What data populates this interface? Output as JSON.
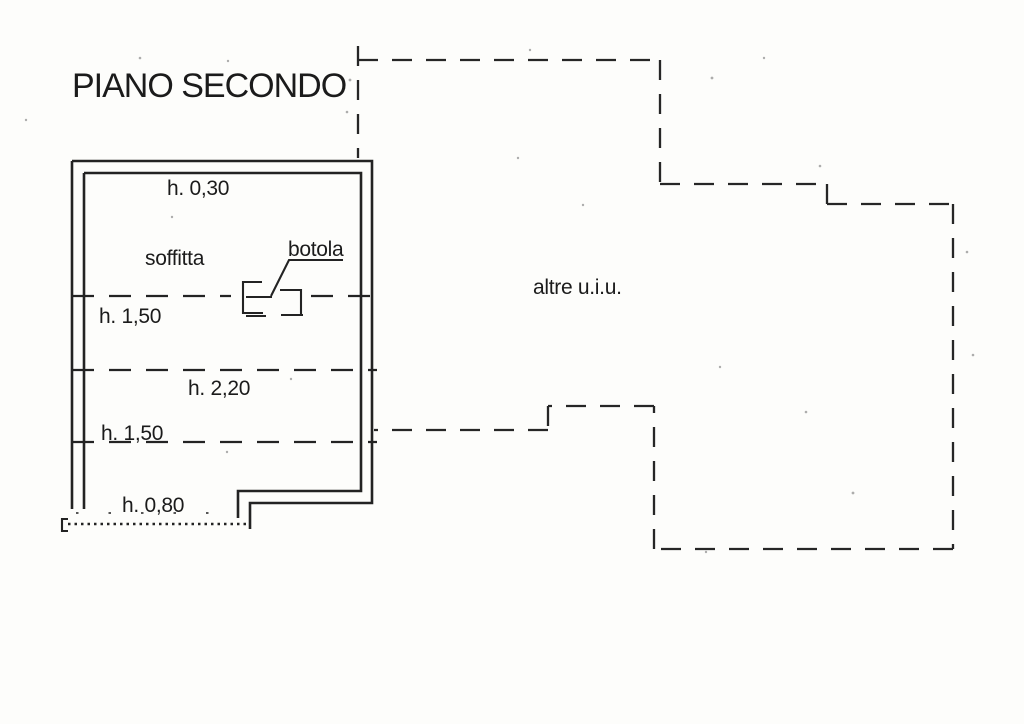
{
  "page": {
    "title": "PIANO SECONDO",
    "paper_color": "#fdfdfb",
    "ink_color": "#232323"
  },
  "room": {
    "label": "soffitta",
    "trapdoor_label": "botola",
    "height_labels": [
      "h. 0,30",
      "h. 1,50",
      "h. 2,20",
      "h. 1,50",
      "h. 0,80"
    ]
  },
  "adjacent": {
    "label": "altre u.i.u."
  }
}
